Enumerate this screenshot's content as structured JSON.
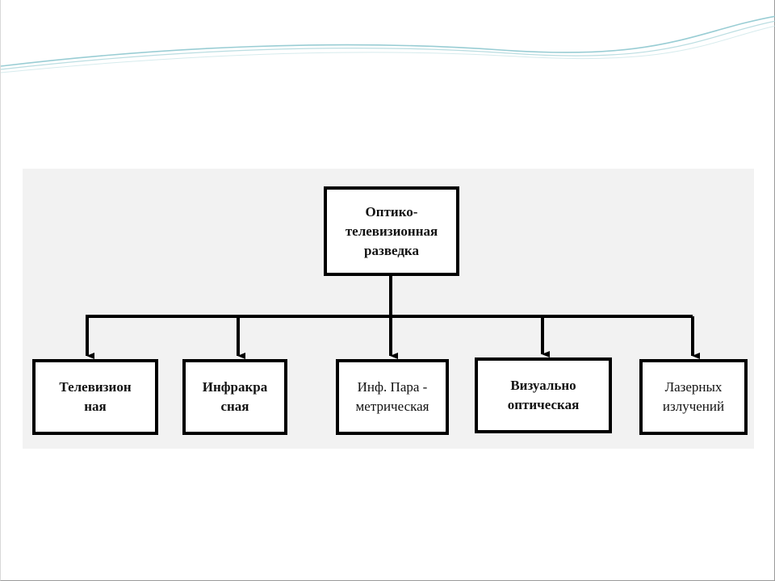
{
  "slide": {
    "accent_line_color": "#8ec8cf",
    "panel_background": "#f2f2f2"
  },
  "diagram": {
    "root": {
      "label": "Оптико-\nтелевизионная\nразведка"
    },
    "children": [
      {
        "label": "Телевизион\nная"
      },
      {
        "label": "Инфракра\nсная"
      },
      {
        "label": "Инф. Пара -\nметрическая"
      },
      {
        "label": "Визуально\nоптическая"
      },
      {
        "label": "Лазерных\nизлучений"
      }
    ]
  }
}
